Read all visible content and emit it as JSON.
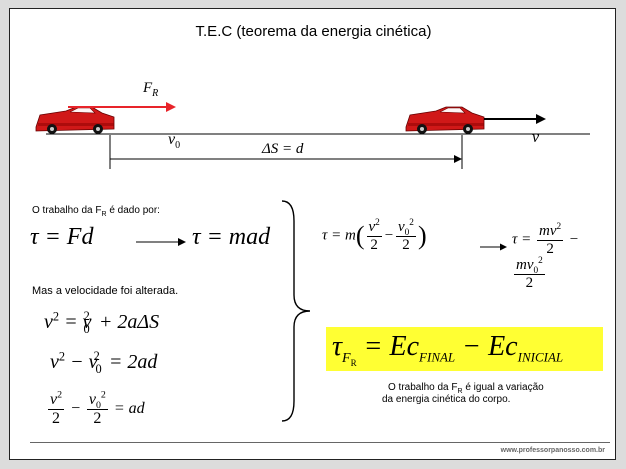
{
  "title": "T.E.C (teorema da energia cinética)",
  "diagram": {
    "force_label": "F",
    "force_sub": "R",
    "v0_label": "v",
    "v0_sub": "0",
    "v_label": "v",
    "displacement_label": "ΔS = d",
    "car_color": "#d01818",
    "force_arrow_color": "#e8242a"
  },
  "left": {
    "work_line_prefix": "O trabalho da F",
    "work_line_sub": "R",
    "work_line_suffix": " é dado por:",
    "eq1_a": "τ = Fd",
    "eq1_b": "τ = mad",
    "velocity_note": "Mas a velocidade foi alterada.",
    "eq_torricelli": "v² = v₀² + 2aΔS",
    "eq_diff": "v² − v₀² = 2ad",
    "eq_half": "v²/2 − v₀²/2 = ad"
  },
  "right": {
    "eq_m": "τ = m(v²/2 − v₀²/2)",
    "eq_final": "τ = mv²/2 − mv₀²/2",
    "theorem_tau": "τ",
    "theorem_sub": "F",
    "theorem_subsub": "R",
    "theorem_rhs1": " = Ec",
    "theorem_final": "FINAL",
    "theorem_rhs2": " − Ec",
    "theorem_initial": "INICIAL",
    "highlight_color": "#ffff33",
    "caption_line1_prefix": "O trabalho da F",
    "caption_line1_sub": "R",
    "caption_line1_suffix": " é igual a variação",
    "caption_line2": "da energia cinética do corpo."
  },
  "footer": {
    "url": "www.professorpanosso.com.br"
  }
}
